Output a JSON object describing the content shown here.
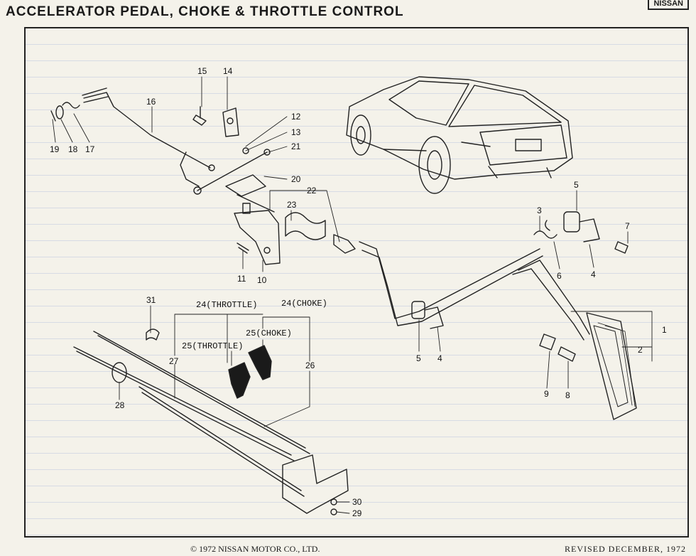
{
  "header": {
    "title": "ACCELERATOR PEDAL, CHOKE & THROTTLE CONTROL",
    "brand": "NISSAN"
  },
  "footer": {
    "copyright": "© 1972 NISSAN MOTOR CO., LTD.",
    "revised": "REVISED DECEMBER, 1972"
  },
  "callouts": {
    "p1": "1",
    "p2": "2",
    "p3": "3",
    "p4a": "4",
    "p4b": "4",
    "p5a": "5",
    "p5b": "5",
    "p6": "6",
    "p7": "7",
    "p8": "8",
    "p9": "9",
    "p10": "10",
    "p11": "11",
    "p12": "12",
    "p13": "13",
    "p14": "14",
    "p15": "15",
    "p16": "16",
    "p17": "17",
    "p18": "18",
    "p19": "19",
    "p20": "20",
    "p21": "21",
    "p22": "22",
    "p23": "23",
    "p24t": "24(THROTTLE)",
    "p24c": "24(CHOKE)",
    "p25t": "25(THROTTLE)",
    "p25c": "25(CHOKE)",
    "p26": "26",
    "p27": "27",
    "p28": "28",
    "p29": "29",
    "p30": "30",
    "p31": "31"
  }
}
